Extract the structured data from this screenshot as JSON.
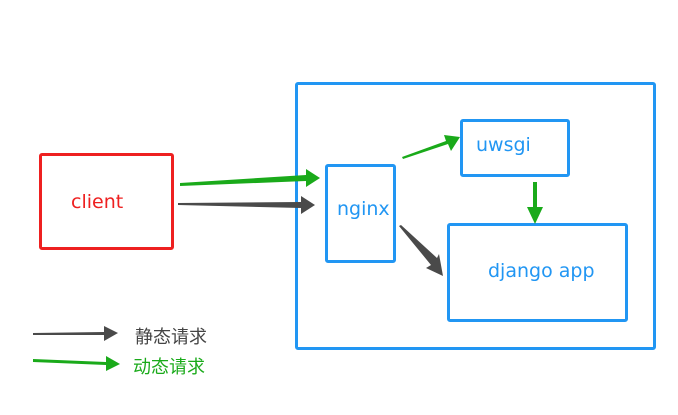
{
  "colors": {
    "client": "#ee2020",
    "server": "#2196f3",
    "static_arrow": "#4a4a4a",
    "dynamic_arrow": "#1aaa1a"
  },
  "nodes": {
    "client": "client",
    "nginx": "nginx",
    "uwsgi": "uwsgi",
    "django": "django app"
  },
  "legend": {
    "static": "静态请求",
    "dynamic": "动态请求"
  },
  "edges": [
    {
      "from": "client",
      "to": "nginx",
      "type": "dynamic"
    },
    {
      "from": "client",
      "to": "nginx",
      "type": "static"
    },
    {
      "from": "nginx",
      "to": "uwsgi",
      "type": "dynamic"
    },
    {
      "from": "uwsgi",
      "to": "django",
      "type": "dynamic"
    },
    {
      "from": "nginx",
      "to": "django",
      "type": "static"
    }
  ]
}
